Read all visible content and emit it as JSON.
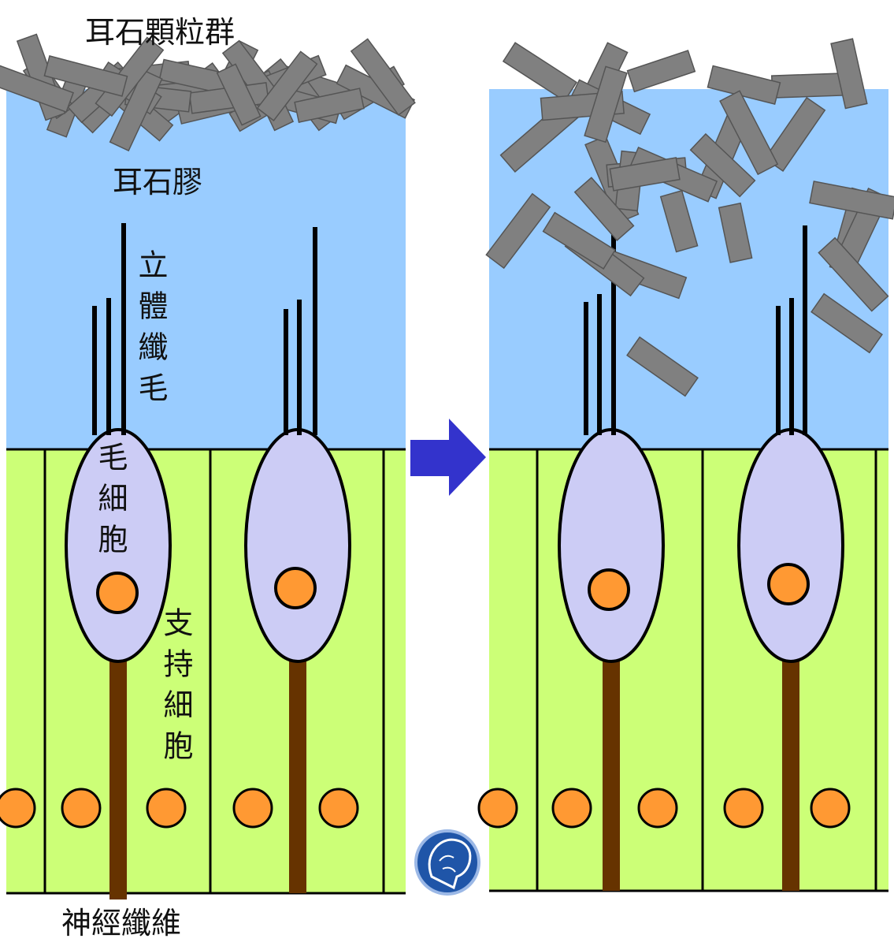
{
  "labels": {
    "otolith_particles": "耳石顆粒群",
    "otolithic_membrane": "耳石膠",
    "stereocilia": "立體纖毛",
    "hair_cell": "毛細胞",
    "supporting_cell": "支持細胞",
    "nerve_fiber": "神經纖維"
  },
  "colors": {
    "gel": "#99ccff",
    "tissue": "#ccff77",
    "hair_cell": "#ccccf5",
    "nucleus": "#ff9933",
    "nerve": "#663300",
    "otolith": "#808080",
    "arrow": "#3333cc",
    "outline": "#000000"
  },
  "panels": [
    {
      "name": "before",
      "otolith_state": "compact layer on top of gel"
    },
    {
      "name": "after",
      "otolith_state": "dislodged particles scattered in gel"
    }
  ],
  "icons": {
    "transition": "right-arrow-icon",
    "logo": "brain-logo-icon"
  }
}
